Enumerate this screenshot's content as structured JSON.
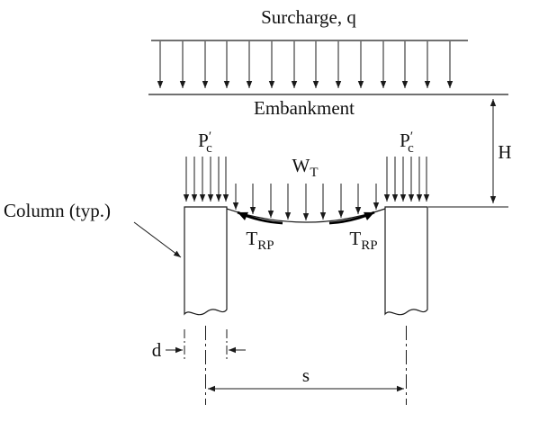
{
  "colors": {
    "ink": "#1a1a1a",
    "background": "#ffffff"
  },
  "labels": {
    "surcharge": "Surcharge, q",
    "embankment": "Embankment",
    "height": "H",
    "column_load": {
      "main": "P",
      "prime": "′",
      "sub": "c"
    },
    "embankment_weight": {
      "main": "W",
      "sub": "T"
    },
    "reinforcement_tension": {
      "main": "T",
      "sub": "RP"
    },
    "column_callout": "Column (typ.)",
    "column_width": "d",
    "column_spacing": "s"
  }
}
